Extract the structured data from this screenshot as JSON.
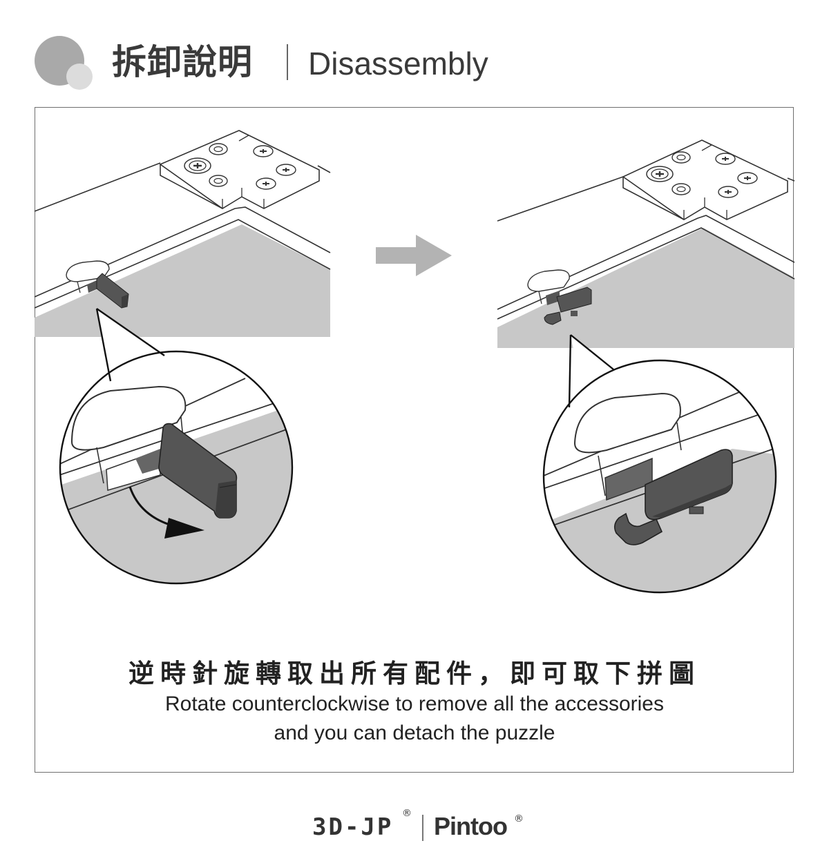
{
  "header": {
    "title_zh": "拆卸說明",
    "title_en": "Disassembly"
  },
  "caption": {
    "zh": "逆時針旋轉取出所有配件，即可取下拼圖",
    "en_line1": "Rotate counterclockwise to remove all the accessories",
    "en_line2": "and you can detach the puzzle"
  },
  "footer": {
    "brand1": "3D-JP",
    "brand2": "Pintoo",
    "registered_mark": "®"
  },
  "colors": {
    "title_text": "#3a3a3a",
    "bullet_dark": "#a9a9a9",
    "bullet_light": "#dcdcdc",
    "puzzle_gray": "#c8c8c8",
    "part_dark": "#555555",
    "arrow_gray": "#b3b3b3",
    "frame_border": "#6e6e6e"
  },
  "icons": {
    "bullet": "circle-bullet-icon",
    "step_arrow": "right-arrow-icon",
    "rotate_arrow": "counterclockwise-arrow-icon"
  }
}
